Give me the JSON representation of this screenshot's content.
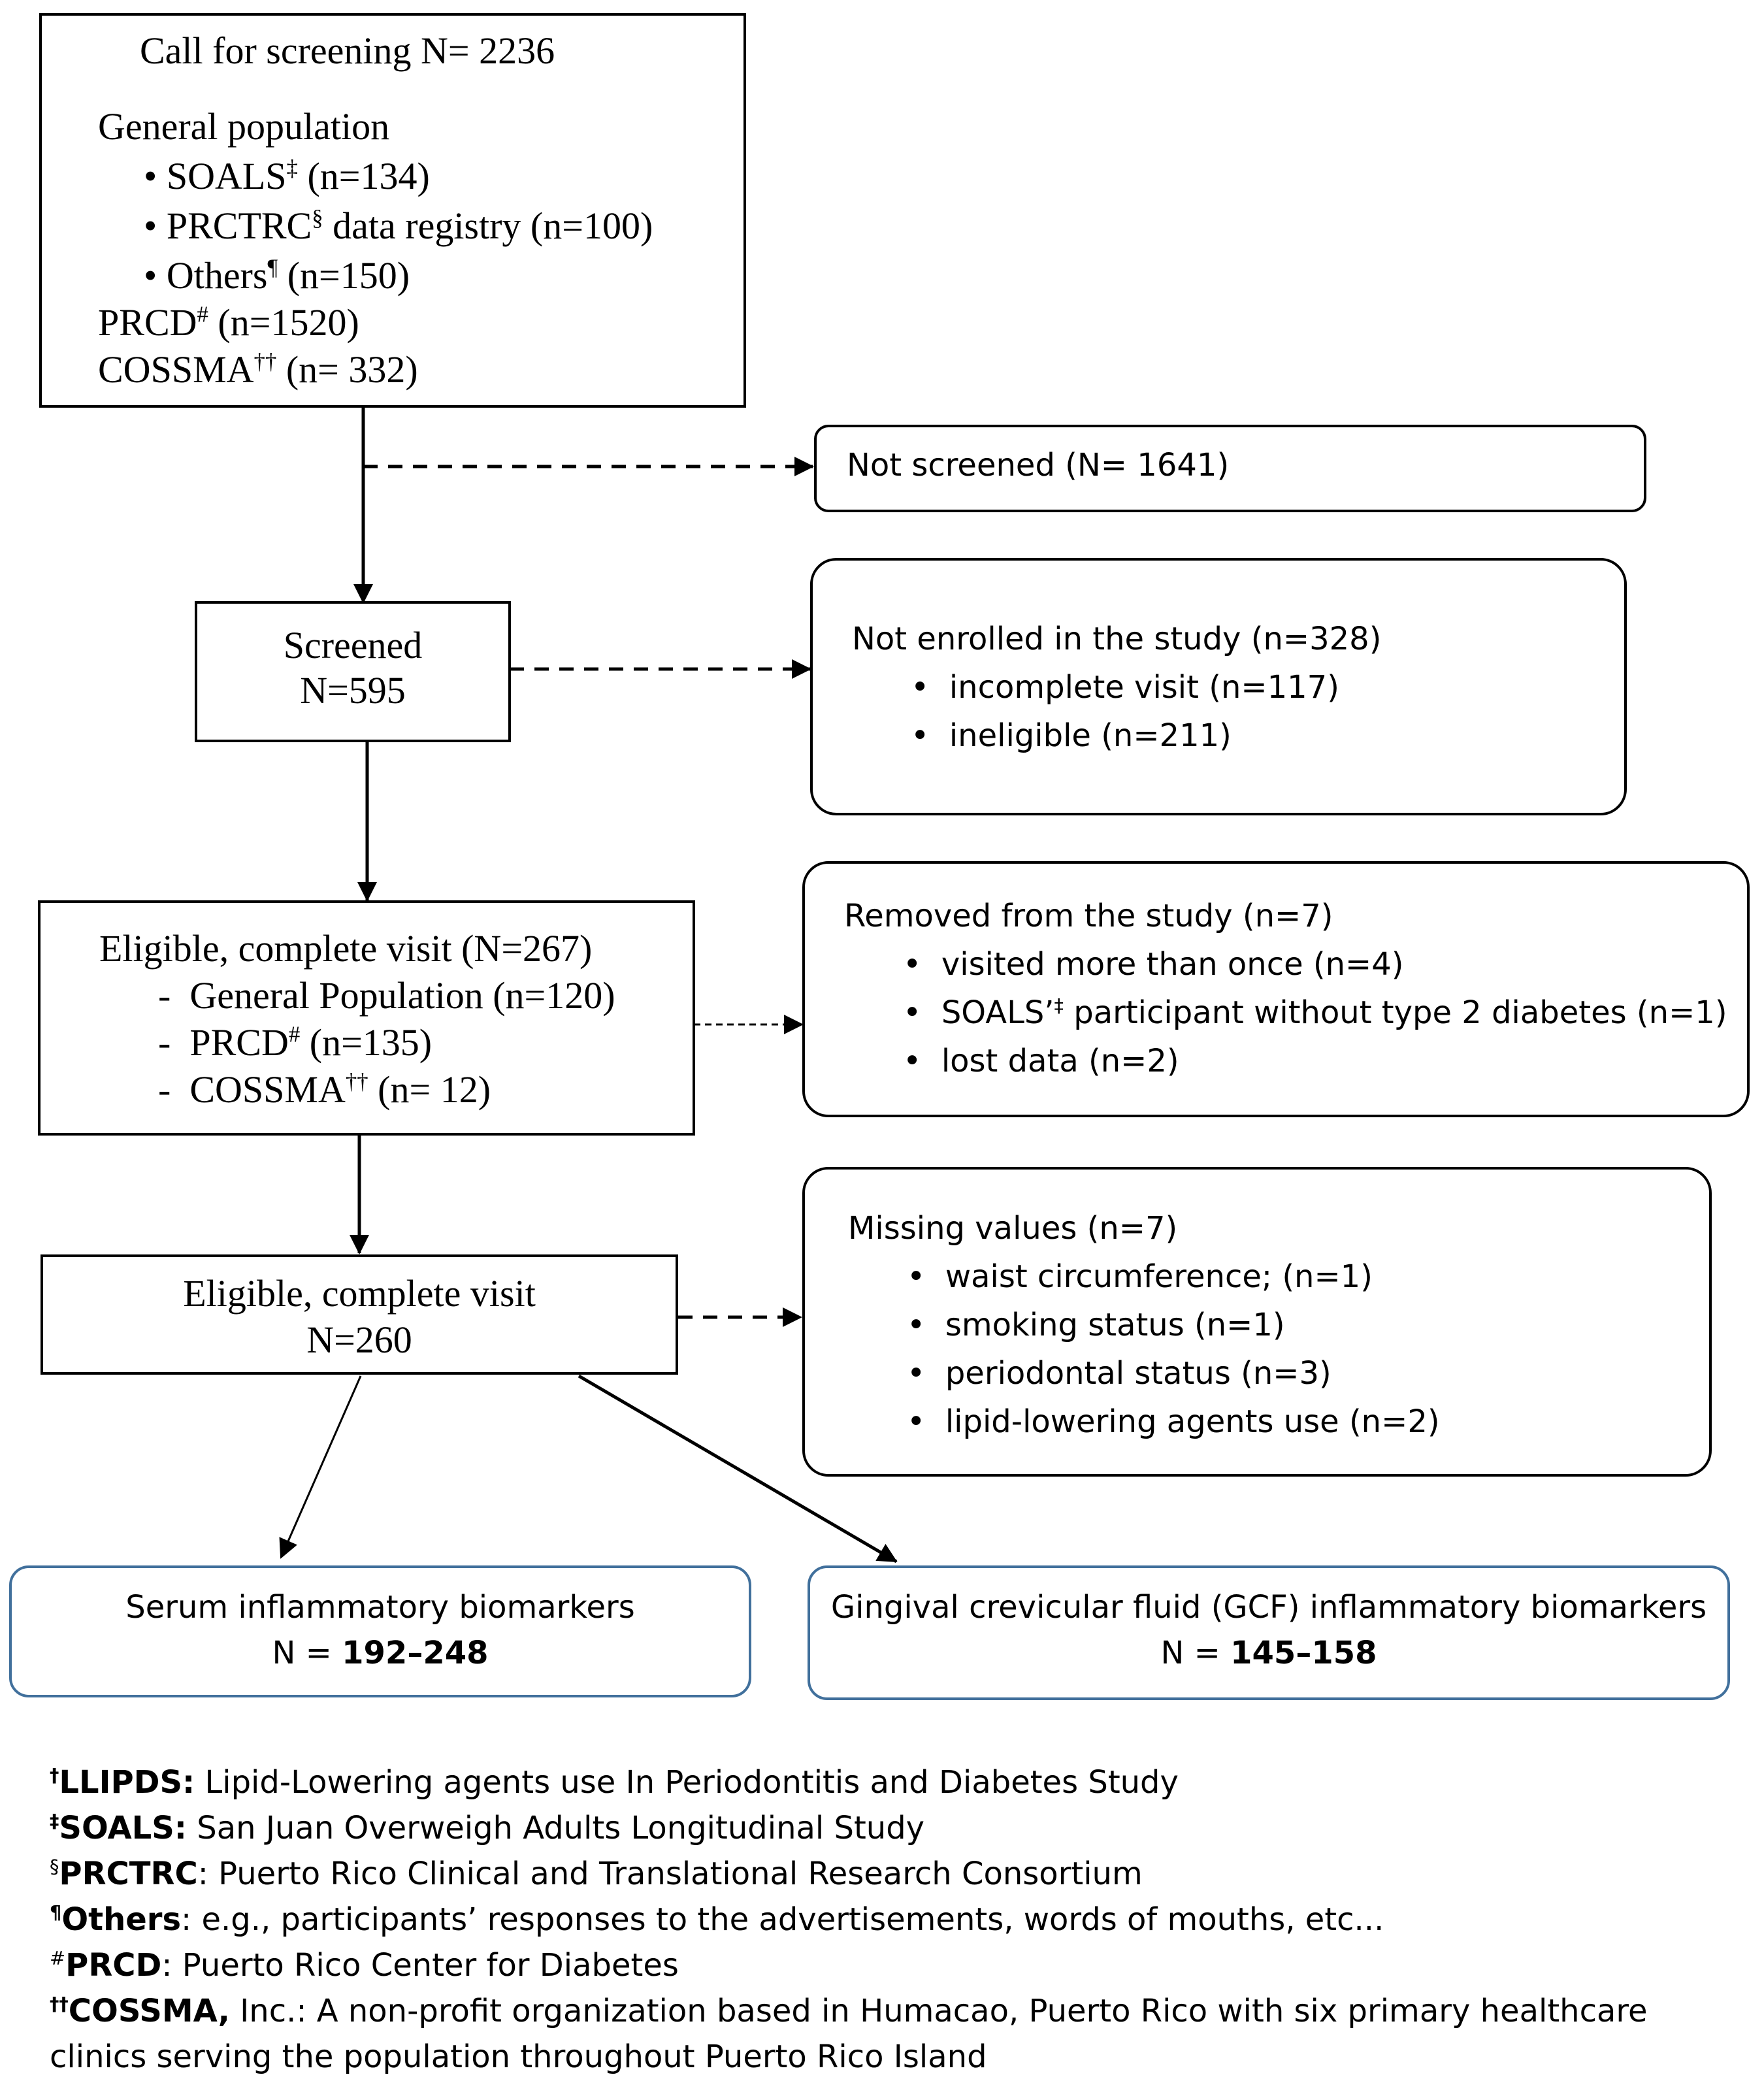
{
  "call_box": {
    "title": "Call for screening N= 2236",
    "general_population": "General population",
    "soals": {
      "label": "SOALS",
      "mark": "‡",
      "count": "(n=134)"
    },
    "prctrc": {
      "label": "PRCTRC",
      "mark": "§",
      "rest": "data registry (n=100)"
    },
    "others": {
      "label": "Others",
      "mark": "¶",
      "count": "(n=150)"
    },
    "prcd": {
      "label": "PRCD",
      "mark": "#",
      "count": "(n=1520)"
    },
    "cossma": {
      "label": "COSSMA",
      "mark": "††",
      "count": "(n= 332)"
    }
  },
  "not_screened": "Not screened (N= 1641)",
  "screened": {
    "line1": "Screened",
    "line2": "N=595"
  },
  "not_enrolled": {
    "title": "Not enrolled in the study (n=328)",
    "items": [
      "incomplete visit (n=117)",
      "ineligible (n=211)"
    ]
  },
  "eligible_1": {
    "title": "Eligible, complete visit (N=267)",
    "general": "General Population (n=120)",
    "prcd": {
      "label": "PRCD",
      "mark": "#",
      "count": "(n=135)"
    },
    "cossma": {
      "label": "COSSMA",
      "mark": "††",
      "count": "(n= 12)"
    }
  },
  "removed": {
    "title": "Removed from the study (n=7)",
    "item1": "visited more than once (n=4)",
    "item2": {
      "label": "SOALS’",
      "mark": "‡",
      "rest": "participant without type 2 diabetes (n=1)"
    },
    "item3": "lost data (n=2)"
  },
  "eligible_2": {
    "line1": "Eligible, complete visit",
    "line2": "N=260"
  },
  "missing": {
    "title": "Missing values (n=7)",
    "items": [
      "waist circumference; (n=1)",
      "smoking status (n=1)",
      "periodontal status (n=3)",
      "lipid-lowering agents use (n=2)"
    ]
  },
  "serum": {
    "title": "Serum inflammatory biomarkers",
    "n_prefix": "N = ",
    "n_value": "192–248"
  },
  "gcf": {
    "title": "Gingival crevicular fluid (GCF) inflammatory biomarkers",
    "n_prefix": "N = ",
    "n_value": "145–158"
  },
  "footnotes": [
    {
      "mark": "†",
      "term": "LLIPDS:",
      "text": " Lipid-Lowering agents use In Periodontitis and Diabetes Study"
    },
    {
      "mark": "‡",
      "term": "SOALS:",
      "text": " San Juan Overweigh Adults Longitudinal Study"
    },
    {
      "mark": "§",
      "term": "PRCTRC",
      "text": ": Puerto Rico Clinical and Translational Research Consortium"
    },
    {
      "mark": "¶",
      "term": "Others",
      "text": ": e.g., participants’ responses to the advertisements, words of mouths, etc..."
    },
    {
      "mark": "#",
      "term": "PRCD",
      "text": ": Puerto Rico Center for Diabetes"
    },
    {
      "mark": "††",
      "term": "COSSMA,",
      "text": " Inc.: A non-profit organization based in Humacao, Puerto Rico with six primary healthcare"
    }
  ],
  "footnote_continuation": "clinics serving the population throughout Puerto Rico Island"
}
